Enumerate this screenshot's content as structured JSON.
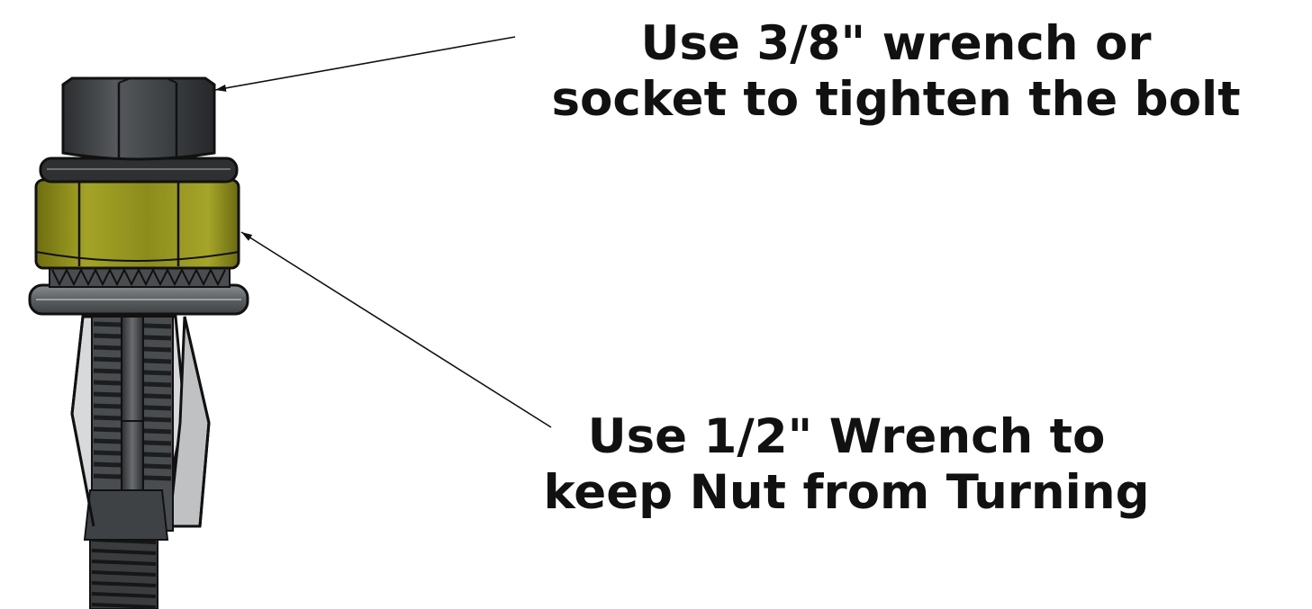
{
  "callouts": {
    "bolt": {
      "line1": "Use 3/8\" wrench or",
      "line2": "socket to tighten the bolt"
    },
    "nut": {
      "line1": "Use 1/2\" Wrench to",
      "line2": "keep Nut from Turning"
    }
  },
  "colors": {
    "bolt_head": "#3a3d40",
    "nut": "#9a9a22",
    "washer": "#6f7275",
    "threads": "#2f3133",
    "outline": "#111111"
  }
}
